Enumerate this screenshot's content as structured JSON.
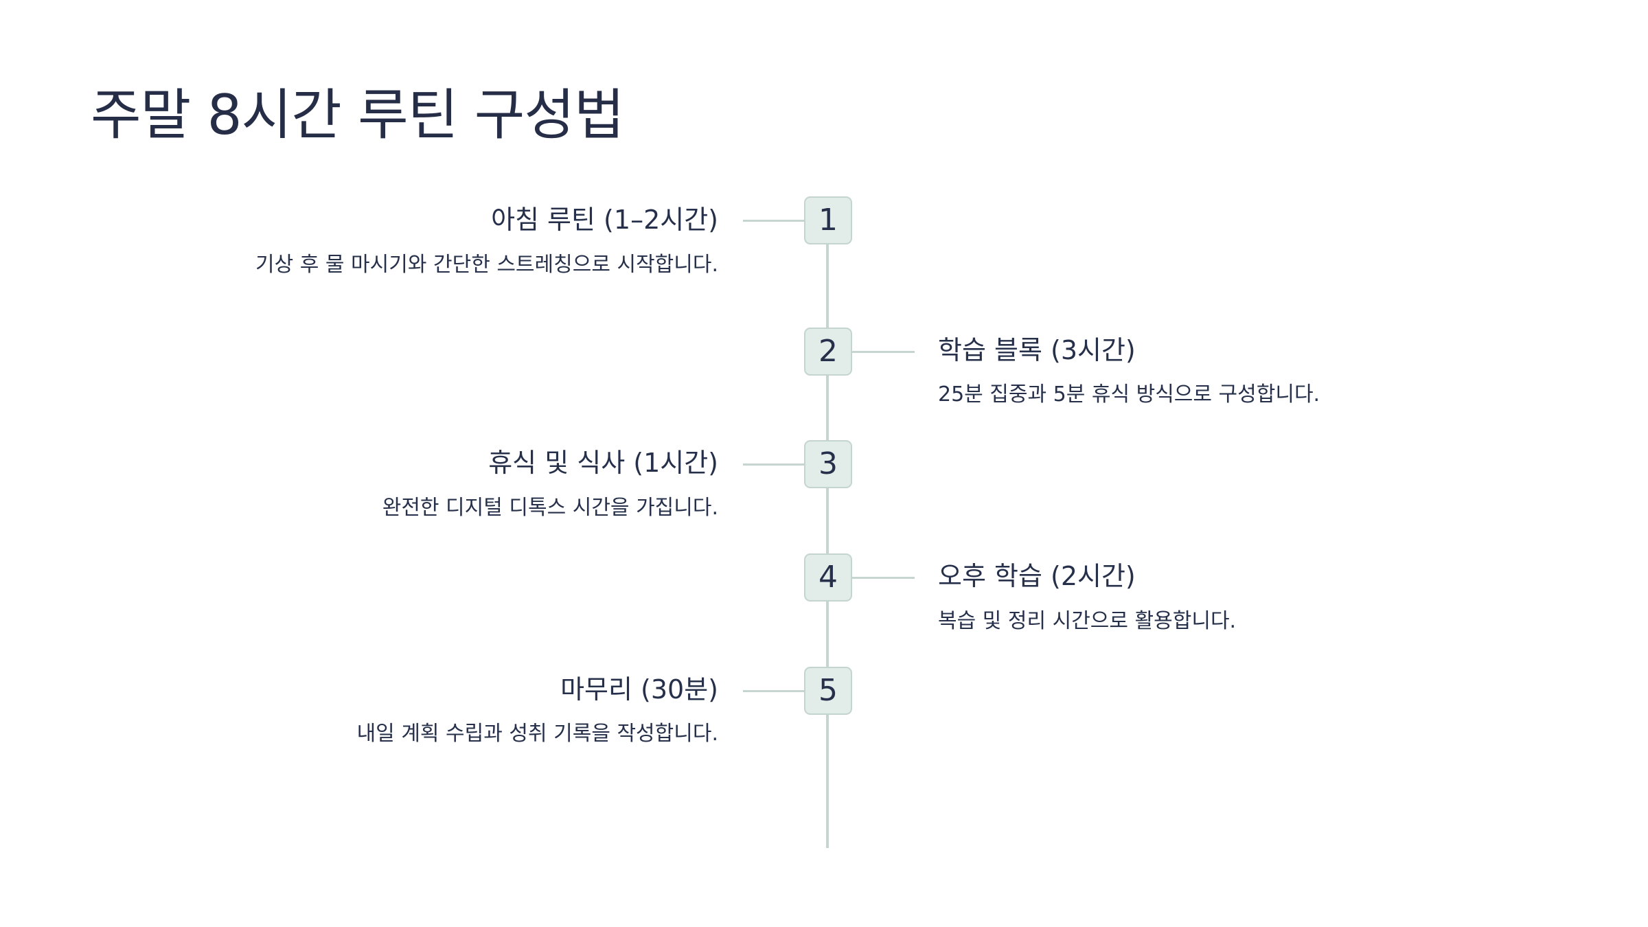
{
  "slide": {
    "title": "주말 8시간 루틴 구성법"
  },
  "steps": [
    {
      "number": "1",
      "title": "아침 루틴 (1–2시간)",
      "description": "기상 후 물 마시기와 간단한 스트레칭으로 시작합니다.",
      "side": "left"
    },
    {
      "number": "2",
      "title": "학습 블록 (3시간)",
      "description": "25분 집중과 5분 휴식 방식으로 구성합니다.",
      "side": "right"
    },
    {
      "number": "3",
      "title": "휴식 및 식사 (1시간)",
      "description": "완전한 디지털 디톡스 시간을 가집니다.",
      "side": "left"
    },
    {
      "number": "4",
      "title": "오후 학습 (2시간)",
      "description": "복습 및 정리 시간으로 활용합니다.",
      "side": "right"
    },
    {
      "number": "5",
      "title": "마무리 (30분)",
      "description": "내일 계획 수립과 성취 기록을 작성합니다.",
      "side": "left"
    }
  ],
  "colors": {
    "text": "#26304a",
    "badge_fill": "#e2ece9",
    "line": "#c7d5d1"
  }
}
